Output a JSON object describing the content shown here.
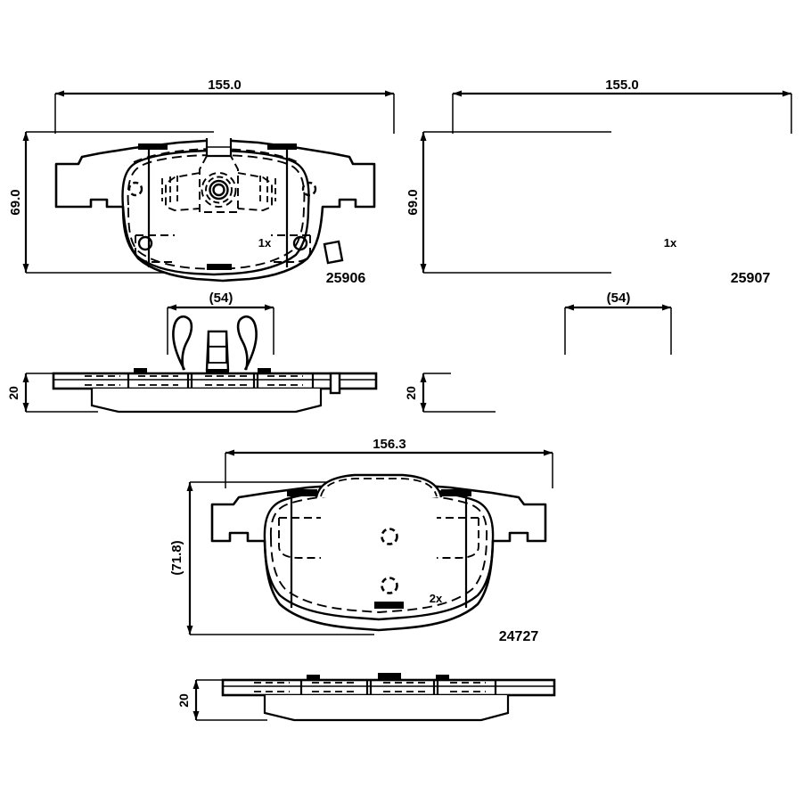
{
  "drawing": {
    "title": "Brake pad set technical drawing",
    "background_color": "#ffffff",
    "line_color": "#000000",
    "units": "mm"
  },
  "views": [
    {
      "id": "pad-left-front",
      "part_number": "25906",
      "quantity": "1x",
      "width_label": "155.0",
      "height_label": "69.0",
      "clip_label": "(54)",
      "thickness_label": "20"
    },
    {
      "id": "pad-right-front",
      "part_number": "25907",
      "quantity": "1x",
      "width_label": "155.0",
      "height_label": "69.0",
      "clip_label": "(54)",
      "thickness_label": "20"
    },
    {
      "id": "pad-rear-pair",
      "part_number": "24727",
      "quantity": "2x",
      "width_label": "156.3",
      "height_label": "(71.8)",
      "thickness_label": "20"
    }
  ],
  "labels": {
    "w_155_a": "155.0",
    "w_155_b": "155.0",
    "h_69_a": "69.0",
    "h_69_b": "69.0",
    "clip_54_a": "(54)",
    "clip_54_b": "(54)",
    "t_20_a": "20",
    "t_20_b": "20",
    "t_20_c": "20",
    "qty_1x_a": "1x",
    "qty_1x_b": "1x",
    "qty_2x": "2x",
    "pn_25906": "25906",
    "pn_25907": "25907",
    "pn_24727": "24727",
    "w_1563": "156.3",
    "h_718": "(71.8)"
  }
}
